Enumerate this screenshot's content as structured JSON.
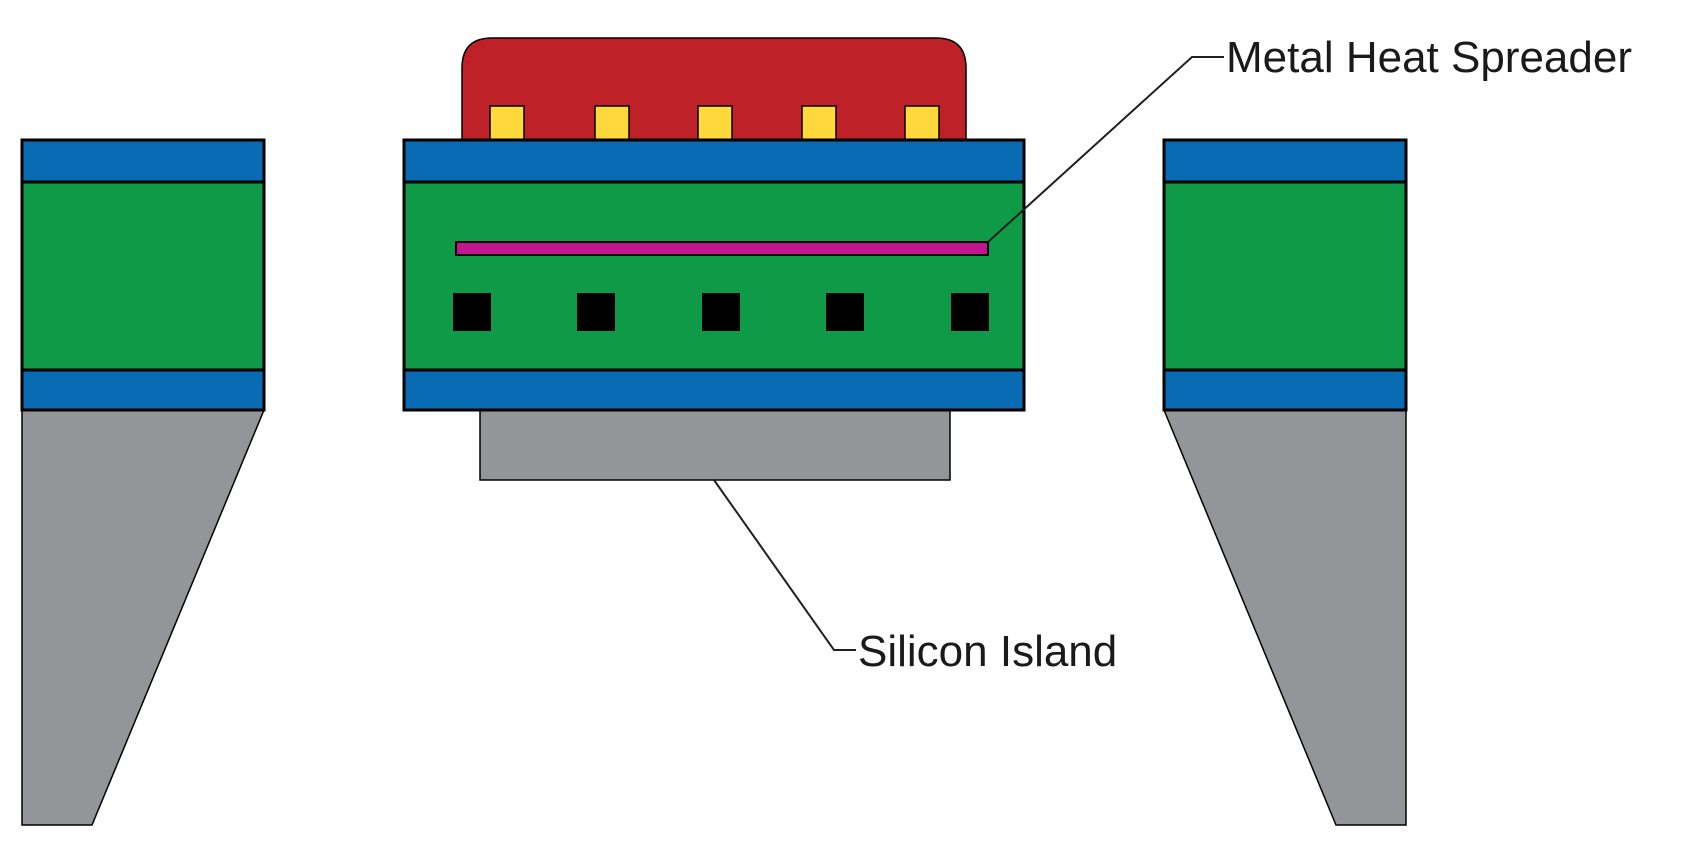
{
  "labels": {
    "heat_spreader": "Metal Heat Spreader",
    "silicon_island": "Silicon Island"
  },
  "colors": {
    "die": "#BE2128",
    "bump": "#FFD83B",
    "blue_layer": "#0A6BB5",
    "green_core": "#0E9A47",
    "spreader": "#C2158F",
    "via": "#000000",
    "silicon": "#939598",
    "outline": "#000000",
    "leader_line": "#231F20"
  },
  "components": {
    "die_icon": "die",
    "bump_count": 5,
    "via_count": 5
  }
}
